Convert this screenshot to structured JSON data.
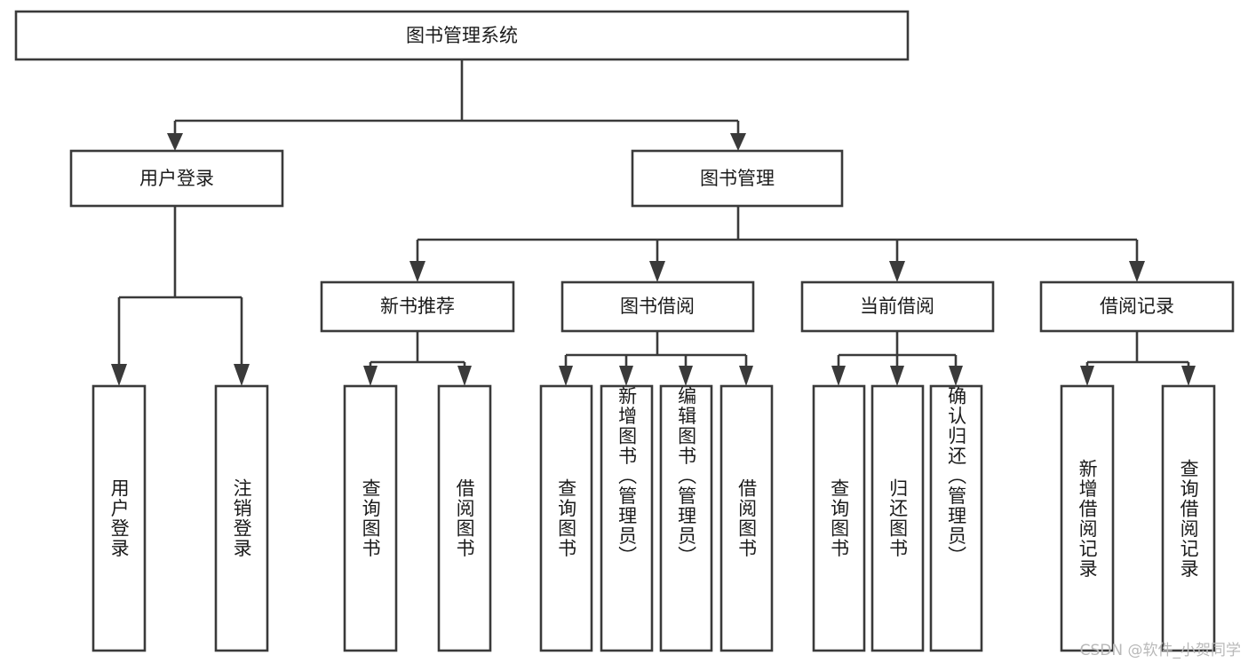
{
  "diagram": {
    "title": "图书管理系统",
    "type": "tree",
    "orientation": "top-down",
    "root": {
      "label": "图书管理系统"
    },
    "level2": [
      {
        "label": "用户登录"
      },
      {
        "label": "图书管理"
      }
    ],
    "level3": [
      {
        "label": "新书推荐"
      },
      {
        "label": "图书借阅"
      },
      {
        "label": "当前借阅"
      },
      {
        "label": "借阅记录"
      }
    ],
    "leaves": {
      "user_login": [
        {
          "label": "用户登录"
        },
        {
          "label": "注销登录"
        }
      ],
      "new_book_recommend": [
        {
          "label": "查询图书"
        },
        {
          "label": "借阅图书"
        }
      ],
      "book_borrow": [
        {
          "label": "查询图书"
        },
        {
          "label": "新增图书（管理员）"
        },
        {
          "label": "编辑图书（管理员）"
        },
        {
          "label": "借阅图书"
        }
      ],
      "current_borrow": [
        {
          "label": "查询图书"
        },
        {
          "label": "归还图书"
        },
        {
          "label": "确认归还（管理员）"
        }
      ],
      "borrow_record": [
        {
          "label": "新增借阅记录"
        },
        {
          "label": "查询借阅记录"
        }
      ]
    },
    "colors": {
      "stroke": "#3a3a3a",
      "fill": "#ffffff",
      "text": "#1b1b1b",
      "watermark": "#b9b9b9"
    }
  },
  "watermark": {
    "text": "CSDN @软件_小贺同学"
  }
}
